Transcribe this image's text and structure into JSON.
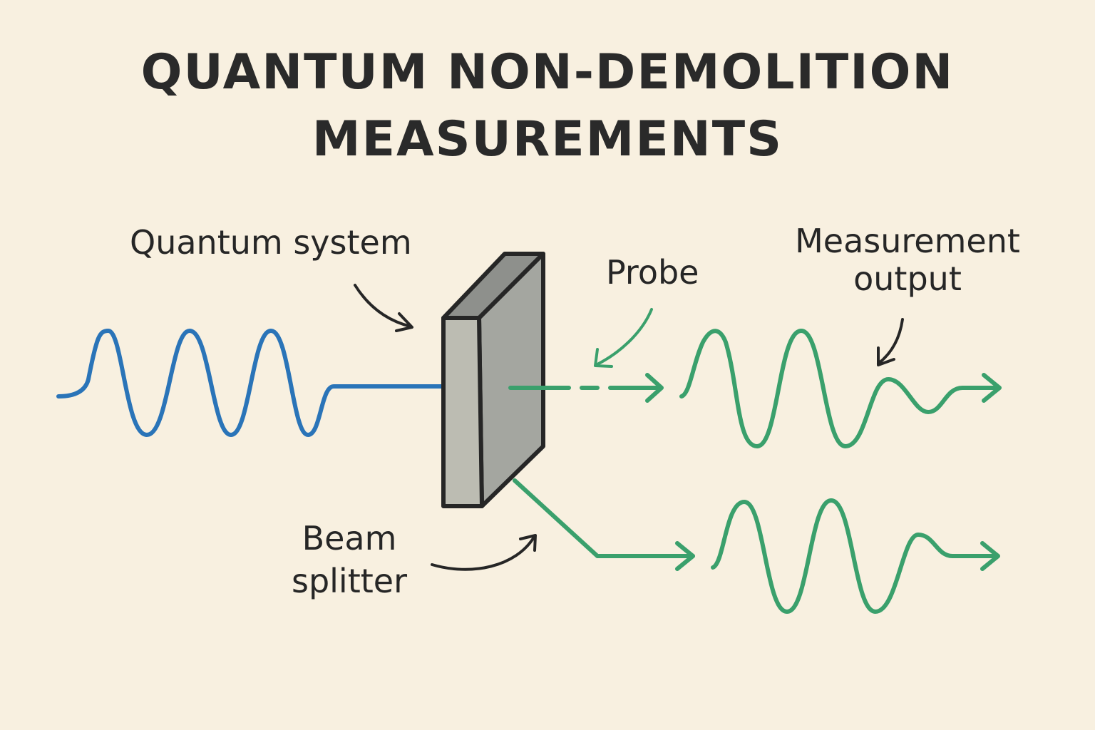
{
  "title": {
    "line1": "QUANTUM NON-DEMOLITION",
    "line2": "MEASUREMENTS"
  },
  "labels": {
    "quantum_system": "Quantum system",
    "probe": "Probe",
    "measurement_output_line1": "Measurement",
    "measurement_output_line2": "output",
    "beam_splitter_line1": "Beam",
    "beam_splitter_line2": "splitter"
  },
  "colors": {
    "background": "#f8f0e0",
    "input_wave": "#2a74b8",
    "probe_wave": "#3aa06c",
    "splitter_front": "#bcbcb2",
    "splitter_side": "#a4a6a0",
    "splitter_top": "#8e908c",
    "outline": "#262626"
  }
}
